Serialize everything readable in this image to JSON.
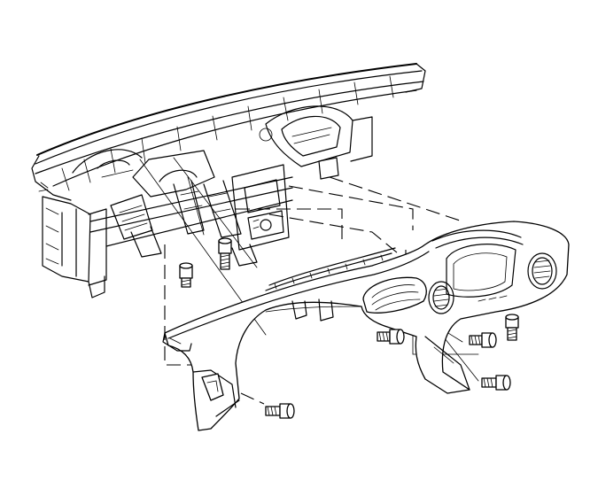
{
  "figure": {
    "parts": [
      "instrument-panel-carrier",
      "instrument-panel-upper-trim-pad",
      "instrument-panel-fasteners"
    ],
    "icons": [
      "bolt-icon"
    ],
    "line_color": "#000000",
    "background": "#ffffff"
  }
}
